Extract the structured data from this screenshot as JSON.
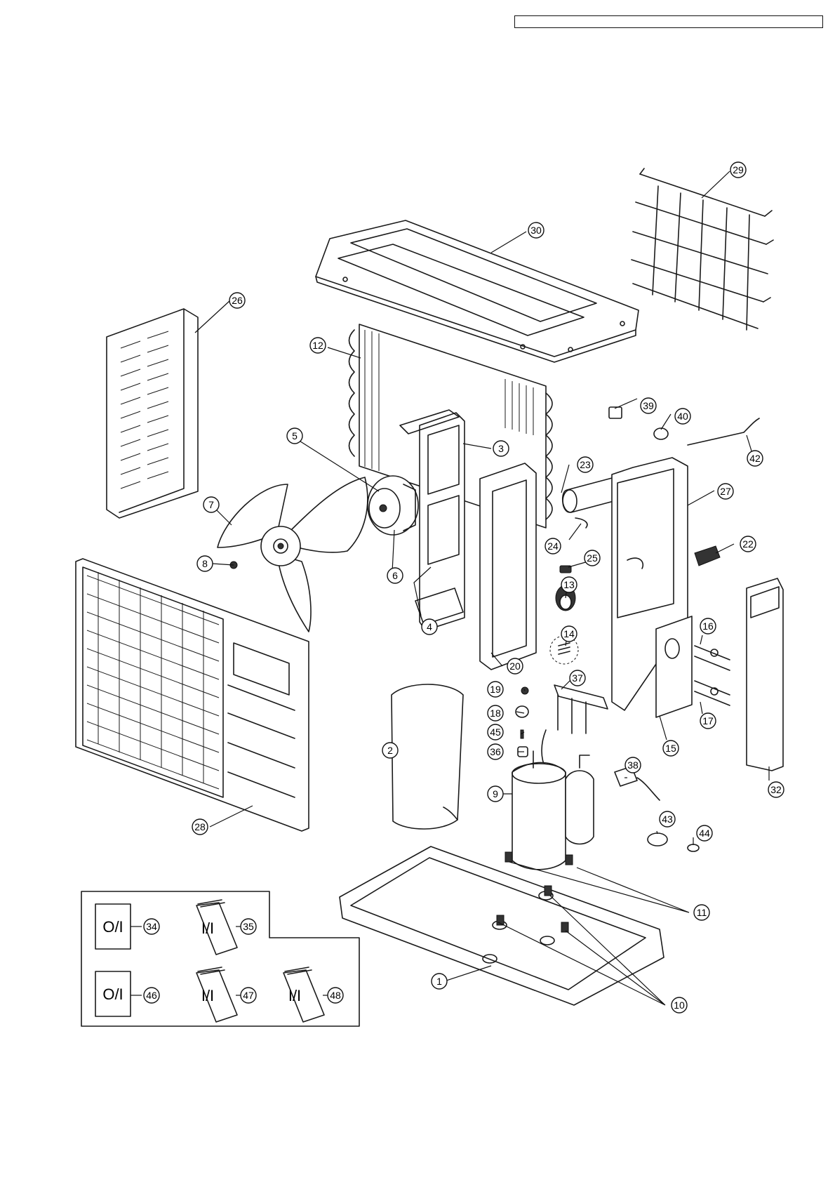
{
  "header": {
    "box_text": ""
  },
  "parts": [
    {
      "id": "1",
      "label": "1"
    },
    {
      "id": "2",
      "label": "2"
    },
    {
      "id": "3",
      "label": "3"
    },
    {
      "id": "4",
      "label": "4"
    },
    {
      "id": "5",
      "label": "5"
    },
    {
      "id": "6",
      "label": "6"
    },
    {
      "id": "7",
      "label": "7"
    },
    {
      "id": "8",
      "label": "8"
    },
    {
      "id": "9",
      "label": "9"
    },
    {
      "id": "10",
      "label": "10"
    },
    {
      "id": "11",
      "label": "11"
    },
    {
      "id": "12",
      "label": "12"
    },
    {
      "id": "13",
      "label": "13"
    },
    {
      "id": "14",
      "label": "14"
    },
    {
      "id": "15",
      "label": "15"
    },
    {
      "id": "16",
      "label": "16"
    },
    {
      "id": "17",
      "label": "17"
    },
    {
      "id": "18",
      "label": "18"
    },
    {
      "id": "19",
      "label": "19"
    },
    {
      "id": "20",
      "label": "20"
    },
    {
      "id": "22",
      "label": "22"
    },
    {
      "id": "23",
      "label": "23"
    },
    {
      "id": "24",
      "label": "24"
    },
    {
      "id": "25",
      "label": "25"
    },
    {
      "id": "26",
      "label": "26"
    },
    {
      "id": "27",
      "label": "27"
    },
    {
      "id": "28",
      "label": "28"
    },
    {
      "id": "29",
      "label": "29"
    },
    {
      "id": "30",
      "label": "30"
    },
    {
      "id": "32",
      "label": "32"
    },
    {
      "id": "34",
      "label": "34"
    },
    {
      "id": "35",
      "label": "35"
    },
    {
      "id": "36",
      "label": "36"
    },
    {
      "id": "37",
      "label": "37"
    },
    {
      "id": "38",
      "label": "38"
    },
    {
      "id": "39",
      "label": "39"
    },
    {
      "id": "40",
      "label": "40"
    },
    {
      "id": "42",
      "label": "42"
    },
    {
      "id": "43",
      "label": "43"
    },
    {
      "id": "44",
      "label": "44"
    },
    {
      "id": "45",
      "label": "45"
    },
    {
      "id": "46",
      "label": "46"
    },
    {
      "id": "47",
      "label": "47"
    },
    {
      "id": "48",
      "label": "48"
    }
  ],
  "documents": [
    {
      "id": "34",
      "label": "O/I"
    },
    {
      "id": "35",
      "label": "I/I"
    },
    {
      "id": "46",
      "label": "O/I"
    },
    {
      "id": "47",
      "label": "I/I"
    },
    {
      "id": "48",
      "label": "I/I"
    }
  ]
}
